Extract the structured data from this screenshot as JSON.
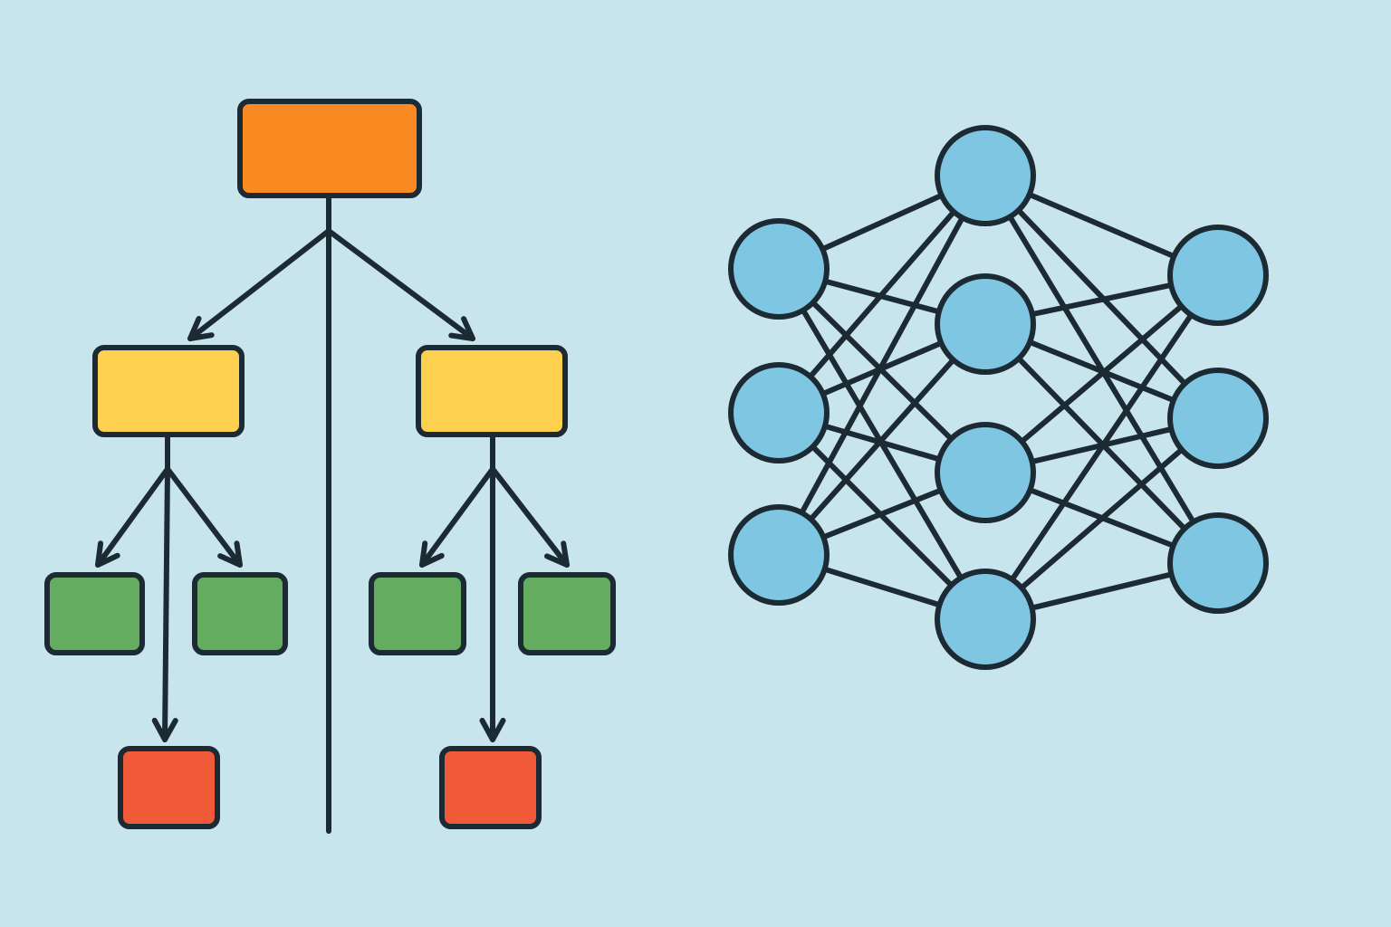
{
  "colors": {
    "background": "#C8E4ED",
    "stroke": "#1C2A33",
    "root": "#F98A22",
    "level1": "#FDD04F",
    "leaf": "#64AC60",
    "terminal": "#F05A38",
    "neuron": "#7EC6E2"
  },
  "tree": {
    "nodes": [
      {
        "id": "root",
        "role": "root"
      },
      {
        "id": "l1-left",
        "role": "level1"
      },
      {
        "id": "l1-right",
        "role": "level1"
      },
      {
        "id": "leaf-ll",
        "role": "leaf"
      },
      {
        "id": "leaf-lr",
        "role": "leaf"
      },
      {
        "id": "leaf-rl",
        "role": "leaf"
      },
      {
        "id": "leaf-rr",
        "role": "leaf"
      },
      {
        "id": "term-left",
        "role": "terminal"
      },
      {
        "id": "term-right",
        "role": "terminal"
      }
    ],
    "edges": [
      [
        "root",
        "l1-left"
      ],
      [
        "root",
        "l1-right"
      ],
      [
        "l1-left",
        "leaf-ll"
      ],
      [
        "l1-left",
        "leaf-lr"
      ],
      [
        "l1-left",
        "term-left"
      ],
      [
        "l1-right",
        "leaf-rl"
      ],
      [
        "l1-right",
        "leaf-rr"
      ],
      [
        "l1-right",
        "term-right"
      ]
    ],
    "trunk": "root"
  },
  "network": {
    "layers": [
      3,
      4,
      3
    ],
    "fully_connected": true
  }
}
